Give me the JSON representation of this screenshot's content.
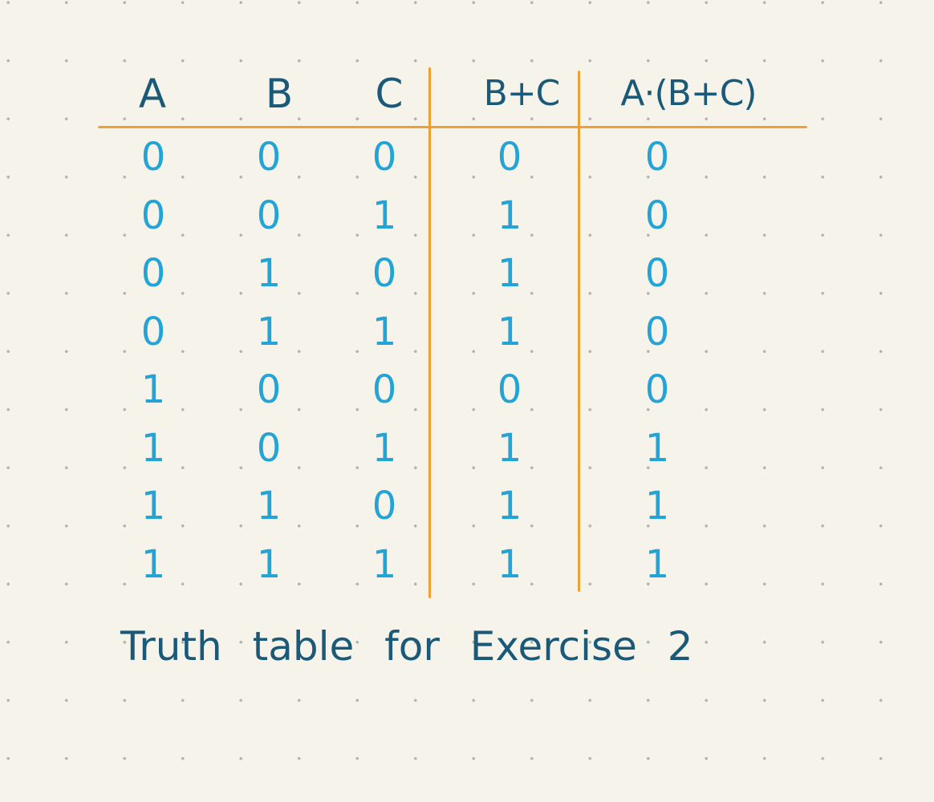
{
  "table": {
    "headers": {
      "a": "A",
      "b": "B",
      "c": "C",
      "b_or_c": "B+C",
      "a_and_b_or_c": "A·(B+C)"
    },
    "rows": [
      [
        "0",
        "0",
        "0",
        "0",
        "0"
      ],
      [
        "0",
        "0",
        "1",
        "1",
        "0"
      ],
      [
        "0",
        "1",
        "0",
        "1",
        "0"
      ],
      [
        "0",
        "1",
        "1",
        "1",
        "0"
      ],
      [
        "1",
        "0",
        "0",
        "0",
        "0"
      ],
      [
        "1",
        "0",
        "1",
        "1",
        "1"
      ],
      [
        "1",
        "1",
        "0",
        "1",
        "1"
      ],
      [
        "1",
        "1",
        "1",
        "1",
        "1"
      ]
    ]
  },
  "caption": "Truth table for Exercise 2",
  "colors": {
    "paper": "#f6f4ea",
    "rule": "#f0a030",
    "header_ink": "#1a5a78",
    "value_ink": "#23a3d6"
  }
}
